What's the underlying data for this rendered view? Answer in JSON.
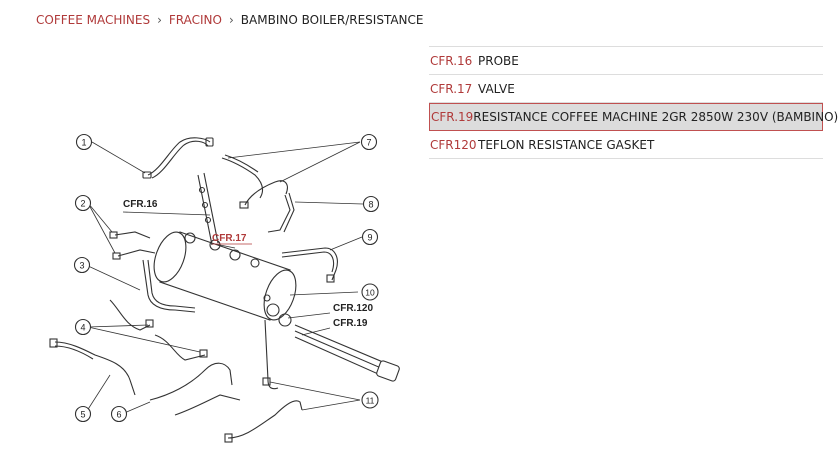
{
  "breadcrumb": {
    "items": [
      "COFFEE MACHINES",
      "FRACINO"
    ],
    "current": "BAMBINO BOILER/RESISTANCE",
    "separator": "›"
  },
  "parts": [
    {
      "code": "CFR.16",
      "description": "PROBE",
      "selected": false
    },
    {
      "code": "CFR.17",
      "description": "VALVE",
      "selected": false
    },
    {
      "code": "CFR.19",
      "description": "RESISTANCE COFFEE MACHINE 2GR 2850W 230V (BAMBINO)",
      "selected": true
    },
    {
      "code": "CFR120",
      "description": "TEFLON RESISTANCE GASKET",
      "selected": false
    }
  ],
  "diagram": {
    "callouts": [
      "1",
      "2",
      "3",
      "4",
      "5",
      "6",
      "7",
      "8",
      "9",
      "10",
      "11"
    ],
    "labels": {
      "cfr16": "CFR.16",
      "cfr17": "CFR.17",
      "cfr120": "CFR.120",
      "cfr19": "CFR.19"
    }
  },
  "colors": {
    "accent": "#b03a3a",
    "text": "#222222",
    "selected_bg": "#dcdcdc",
    "divider": "#dddddd"
  }
}
